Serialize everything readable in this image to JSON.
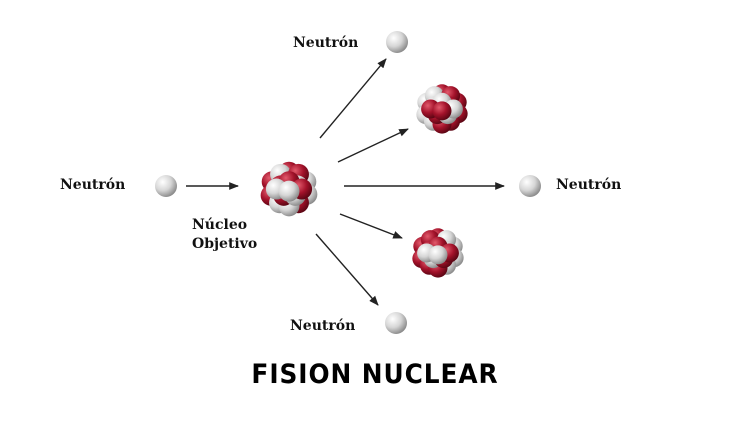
{
  "labels": {
    "incoming_neutron": "Neutrón",
    "target_nucleus_line1": "Núcleo",
    "target_nucleus_line2": "Objetivo",
    "top_neutron": "Neutrón",
    "right_neutron": "Neutrón",
    "bottom_neutron": "Neutrón"
  },
  "title": "FISION NUCLEAR",
  "colors": {
    "proton": "#a3122a",
    "neutron": "#e4e4e4",
    "arrow": "#222222"
  }
}
